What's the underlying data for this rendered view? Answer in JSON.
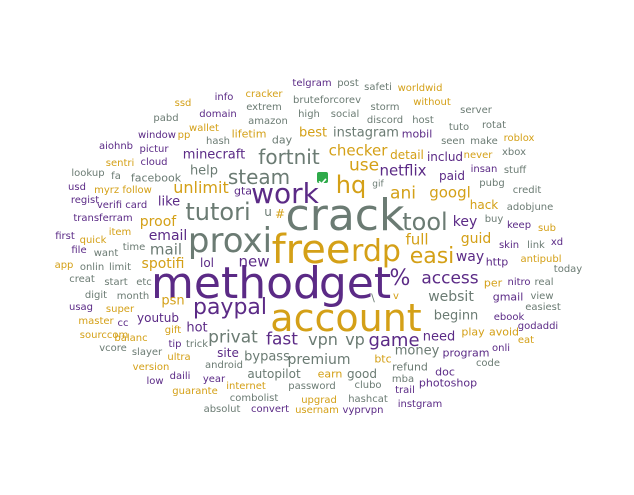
{
  "palette": {
    "purple": "#5b2a86",
    "gold": "#d4a017",
    "gray": "#6b7b73",
    "check_bg": "#2eaa4a",
    "check_mark": "#ffffff"
  },
  "words": [
    {
      "text": "crack",
      "color": "gray"
    },
    {
      "text": "method",
      "color": "purple"
    },
    {
      "text": "get",
      "color": "purple"
    },
    {
      "text": "account",
      "color": "gold"
    },
    {
      "text": "free",
      "color": "gold"
    },
    {
      "text": "proxi",
      "color": "gray"
    },
    {
      "text": "work",
      "color": "purple"
    },
    {
      "text": "rdp",
      "color": "gold"
    },
    {
      "text": "tool",
      "color": "gray"
    },
    {
      "text": "hq",
      "color": "gold"
    },
    {
      "text": "tutori",
      "color": "gray"
    },
    {
      "text": "paypal",
      "color": "purple"
    },
    {
      "text": "easi",
      "color": "gold"
    },
    {
      "text": "%",
      "color": "purple"
    },
    {
      "text": "fortnit",
      "color": "gray"
    },
    {
      "text": "steam",
      "color": "gray"
    },
    {
      "text": "game",
      "color": "purple"
    },
    {
      "text": "privat",
      "color": "gray"
    },
    {
      "text": "fast",
      "color": "purple"
    },
    {
      "text": "access",
      "color": "purple"
    },
    {
      "text": "use",
      "color": "gold"
    },
    {
      "text": "ani",
      "color": "gold"
    },
    {
      "text": "vpn",
      "color": "gray"
    },
    {
      "text": "vp",
      "color": "gray"
    },
    {
      "text": "unlimit",
      "color": "gold"
    },
    {
      "text": "new",
      "color": "purple"
    },
    {
      "text": "mail",
      "color": "gray"
    },
    {
      "text": "netflix",
      "color": "purple"
    },
    {
      "text": "full",
      "color": "gold"
    },
    {
      "text": "googl",
      "color": "gold"
    },
    {
      "text": "checker",
      "color": "gold"
    },
    {
      "text": "spotifi",
      "color": "gold"
    },
    {
      "text": "email",
      "color": "purple"
    },
    {
      "text": "premium",
      "color": "gray"
    },
    {
      "text": "websit",
      "color": "gray"
    },
    {
      "text": "guid",
      "color": "gold"
    },
    {
      "text": "way",
      "color": "purple"
    },
    {
      "text": "key",
      "color": "purple"
    },
    {
      "text": "proof",
      "color": "gold"
    },
    {
      "text": "minecraft",
      "color": "purple"
    },
    {
      "text": "help",
      "color": "gray"
    },
    {
      "text": "bypass",
      "color": "gray"
    },
    {
      "text": "beginn",
      "color": "gray"
    },
    {
      "text": "need",
      "color": "purple"
    },
    {
      "text": "money",
      "color": "gray"
    },
    {
      "text": "instagram",
      "color": "gray"
    },
    {
      "text": "best",
      "color": "gold"
    },
    {
      "text": "hot",
      "color": "purple"
    },
    {
      "text": "psn",
      "color": "gold"
    },
    {
      "text": "like",
      "color": "purple"
    },
    {
      "text": "lol",
      "color": "purple"
    },
    {
      "text": "youtub",
      "color": "purple"
    },
    {
      "text": "detail",
      "color": "gold"
    },
    {
      "text": "includ",
      "color": "purple"
    },
    {
      "text": "paid",
      "color": "purple"
    },
    {
      "text": "hack",
      "color": "gold"
    },
    {
      "text": "autopilot",
      "color": "gray"
    },
    {
      "text": "site",
      "color": "purple"
    },
    {
      "text": "good",
      "color": "gray"
    },
    {
      "text": "earn",
      "color": "gold"
    },
    {
      "text": "btc",
      "color": "gold"
    },
    {
      "text": "refund",
      "color": "gray"
    },
    {
      "text": "program",
      "color": "purple"
    },
    {
      "text": "doc",
      "color": "purple"
    },
    {
      "text": "play",
      "color": "gold"
    },
    {
      "text": "avoid",
      "color": "gold"
    },
    {
      "text": "gmail",
      "color": "purple"
    },
    {
      "text": "http",
      "color": "purple"
    },
    {
      "text": "per",
      "color": "gold"
    },
    {
      "text": "facebook",
      "color": "gray"
    },
    {
      "text": "day",
      "color": "gray"
    },
    {
      "text": "lifetim",
      "color": "gold"
    },
    {
      "text": "mobil",
      "color": "purple"
    },
    {
      "text": "social",
      "color": "gray"
    },
    {
      "text": "high",
      "color": "gray"
    },
    {
      "text": "amazon",
      "color": "gray"
    },
    {
      "text": "host",
      "color": "gray"
    },
    {
      "text": "tuto",
      "color": "gray"
    },
    {
      "text": "pubg",
      "color": "gray"
    },
    {
      "text": "buy",
      "color": "gray"
    },
    {
      "text": "skin",
      "color": "purple"
    },
    {
      "text": "link",
      "color": "gray"
    },
    {
      "text": "adobjune",
      "color": "gray"
    },
    {
      "text": "insan",
      "color": "purple"
    },
    {
      "text": "stuff",
      "color": "gray"
    },
    {
      "text": "credit",
      "color": "gray"
    },
    {
      "text": "keep",
      "color": "purple"
    },
    {
      "text": "sub",
      "color": "gold"
    },
    {
      "text": "xd",
      "color": "purple"
    },
    {
      "text": "antipubl",
      "color": "gold"
    },
    {
      "text": "today",
      "color": "gray"
    },
    {
      "text": "nitro",
      "color": "purple"
    },
    {
      "text": "real",
      "color": "gray"
    },
    {
      "text": "view",
      "color": "gray"
    },
    {
      "text": "easiest",
      "color": "gray"
    },
    {
      "text": "ebook",
      "color": "purple"
    },
    {
      "text": "godaddi",
      "color": "purple"
    },
    {
      "text": "eat",
      "color": "gold"
    },
    {
      "text": "onli",
      "color": "purple"
    },
    {
      "text": "code",
      "color": "gray"
    },
    {
      "text": "photoshop",
      "color": "purple"
    },
    {
      "text": "mba",
      "color": "gray"
    },
    {
      "text": "trail",
      "color": "purple"
    },
    {
      "text": "instgram",
      "color": "purple"
    },
    {
      "text": "hashcat",
      "color": "gray"
    },
    {
      "text": "vyprvpn",
      "color": "purple"
    },
    {
      "text": "upgrad",
      "color": "gold"
    },
    {
      "text": "usernam",
      "color": "gold"
    },
    {
      "text": "clubo",
      "color": "gray"
    },
    {
      "text": "password",
      "color": "gray"
    },
    {
      "text": "convert",
      "color": "purple"
    },
    {
      "text": "combolist",
      "color": "gray"
    },
    {
      "text": "absolut",
      "color": "gray"
    },
    {
      "text": "internet",
      "color": "gold"
    },
    {
      "text": "year",
      "color": "purple"
    },
    {
      "text": "guarante",
      "color": "gold"
    },
    {
      "text": "daili",
      "color": "purple"
    },
    {
      "text": "low",
      "color": "purple"
    },
    {
      "text": "version",
      "color": "gold"
    },
    {
      "text": "ultra",
      "color": "gold"
    },
    {
      "text": "slayer",
      "color": "gray"
    },
    {
      "text": "android",
      "color": "gray"
    },
    {
      "text": "trick",
      "color": "gray"
    },
    {
      "text": "tip",
      "color": "purple"
    },
    {
      "text": "gift",
      "color": "gold"
    },
    {
      "text": "vcore",
      "color": "gray"
    },
    {
      "text": "sourccom",
      "color": "gold"
    },
    {
      "text": "master",
      "color": "gold"
    },
    {
      "text": "usag",
      "color": "purple"
    },
    {
      "text": "super",
      "color": "gold"
    },
    {
      "text": "cc",
      "color": "purple"
    },
    {
      "text": "balanc",
      "color": "gold"
    },
    {
      "text": "start",
      "color": "gray"
    },
    {
      "text": "etc",
      "color": "gray"
    },
    {
      "text": "month",
      "color": "gray"
    },
    {
      "text": "digit",
      "color": "gray"
    },
    {
      "text": "creat",
      "color": "gray"
    },
    {
      "text": "limit",
      "color": "gray"
    },
    {
      "text": "onlin",
      "color": "gray"
    },
    {
      "text": "app",
      "color": "gold"
    },
    {
      "text": "file",
      "color": "purple"
    },
    {
      "text": "want",
      "color": "gray"
    },
    {
      "text": "quick",
      "color": "gold"
    },
    {
      "text": "first",
      "color": "purple"
    },
    {
      "text": "time",
      "color": "gray"
    },
    {
      "text": "item",
      "color": "gold"
    },
    {
      "text": "transferram",
      "color": "purple"
    },
    {
      "text": "regist",
      "color": "purple"
    },
    {
      "text": "verifi card",
      "color": "purple"
    },
    {
      "text": "usd",
      "color": "purple"
    },
    {
      "text": "myrz follow",
      "color": "gold"
    },
    {
      "text": "lookup",
      "color": "gray"
    },
    {
      "text": "fa",
      "color": "gray"
    },
    {
      "text": "sentri",
      "color": "gold"
    },
    {
      "text": "cloud",
      "color": "purple"
    },
    {
      "text": "window",
      "color": "purple"
    },
    {
      "text": "pp",
      "color": "gold"
    },
    {
      "text": "pictur",
      "color": "purple"
    },
    {
      "text": "aiohnb",
      "color": "purple"
    },
    {
      "text": "pabd",
      "color": "gray"
    },
    {
      "text": "ssd",
      "color": "gold"
    },
    {
      "text": "wallet",
      "color": "gold"
    },
    {
      "text": "hash",
      "color": "gray"
    },
    {
      "text": "domain",
      "color": "purple"
    },
    {
      "text": "info",
      "color": "purple"
    },
    {
      "text": "extrem",
      "color": "gray"
    },
    {
      "text": "cracker",
      "color": "gold"
    },
    {
      "text": "bruteforcorev",
      "color": "gray"
    },
    {
      "text": "telgram",
      "color": "purple"
    },
    {
      "text": "post",
      "color": "gray"
    },
    {
      "text": "safeti",
      "color": "gray"
    },
    {
      "text": "worldwid",
      "color": "gold"
    },
    {
      "text": "storm",
      "color": "gray"
    },
    {
      "text": "discord",
      "color": "gray"
    },
    {
      "text": "without",
      "color": "gold"
    },
    {
      "text": "server",
      "color": "gray"
    },
    {
      "text": "rotat",
      "color": "gray"
    },
    {
      "text": "roblox",
      "color": "gold"
    },
    {
      "text": "seen",
      "color": "gray"
    },
    {
      "text": "make",
      "color": "gray"
    },
    {
      "text": "xbox",
      "color": "gray"
    },
    {
      "text": "never",
      "color": "gold"
    },
    {
      "text": "gta",
      "color": "purple"
    },
    {
      "text": "gif",
      "color": "gray"
    },
    {
      "text": "u",
      "color": "gray"
    },
    {
      "text": "#",
      "color": "gold"
    },
    {
      "text": "\\",
      "color": "gray"
    },
    {
      "text": "v",
      "color": "gold"
    }
  ]
}
